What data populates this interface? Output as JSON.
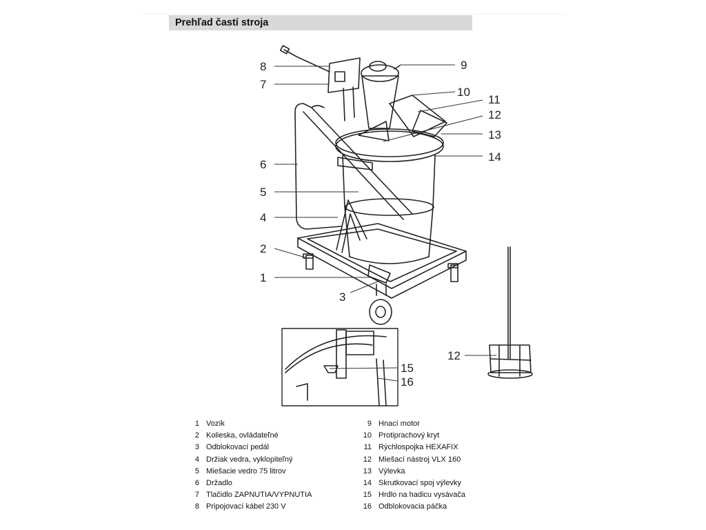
{
  "header": {
    "title": "Prehľad častí stroja"
  },
  "callouts": {
    "c1": "1",
    "c2": "2",
    "c3": "3",
    "c4": "4",
    "c5": "5",
    "c6": "6",
    "c7": "7",
    "c8": "8",
    "c9": "9",
    "c10": "10",
    "c11": "11",
    "c12": "12",
    "c13": "13",
    "c14": "14",
    "c15": "15",
    "c16": "16",
    "c12b": "12"
  },
  "legend": {
    "left": [
      {
        "num": "1",
        "label": "Vozík"
      },
      {
        "num": "2",
        "label": "Kolieska, ovládateľné"
      },
      {
        "num": "3",
        "label": "Odblokovací pedál"
      },
      {
        "num": "4",
        "label": "Držiak vedra, vyklopiteľný"
      },
      {
        "num": "5",
        "label": "Miešacie vedro 75 litrov"
      },
      {
        "num": "6",
        "label": "Držadlo"
      },
      {
        "num": "7",
        "label": "Tlačidlo ZAPNUTIA/VYPNUTIA"
      },
      {
        "num": "8",
        "label": "Pripojovací kábel 230 V"
      }
    ],
    "right": [
      {
        "num": "9",
        "label": "Hnací motor"
      },
      {
        "num": "10",
        "label": "Protiprachový kryt"
      },
      {
        "num": "11",
        "label": "Rýchlospojka HEXAFIX"
      },
      {
        "num": "12",
        "label": "Miešací nástroj VLX 160"
      },
      {
        "num": "13",
        "label": "Výlevka"
      },
      {
        "num": "14",
        "label": "Skrutkovací spoj výlevky"
      },
      {
        "num": "15",
        "label": "Hrdlo na hadicu vysávača"
      },
      {
        "num": "16",
        "label": "Odblokovacia páčka"
      }
    ]
  }
}
